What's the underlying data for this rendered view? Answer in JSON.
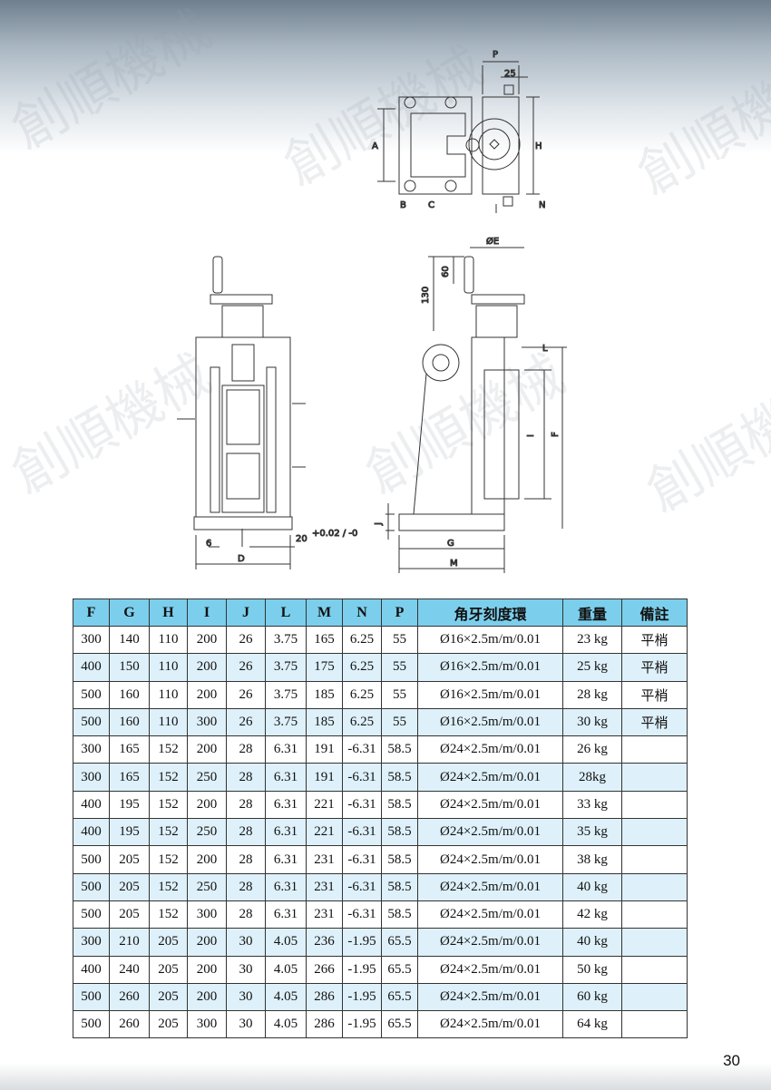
{
  "watermark": "創順機械",
  "page_number": "30",
  "drawing_labels": {
    "P": "P",
    "d25": "25",
    "A": "A",
    "H": "H",
    "B": "B",
    "C": "C",
    "N": "N",
    "E": "ØE",
    "d60": "60",
    "d130": "130",
    "L": "L",
    "I": "I",
    "F": "F",
    "J": "J",
    "G": "G",
    "M": "M",
    "d6": "6",
    "d20": "20",
    "tol": "+0.02 / -0",
    "D": "D"
  },
  "table": {
    "headers": [
      "F",
      "G",
      "H",
      "I",
      "J",
      "L",
      "M",
      "N",
      "P",
      "角牙刻度環",
      "重量",
      "備註"
    ],
    "rows": [
      [
        "300",
        "140",
        "110",
        "200",
        "26",
        "3.75",
        "165",
        "6.25",
        "55",
        "Ø16×2.5m/m/0.01",
        "23 kg",
        "平梢"
      ],
      [
        "400",
        "150",
        "110",
        "200",
        "26",
        "3.75",
        "175",
        "6.25",
        "55",
        "Ø16×2.5m/m/0.01",
        "25 kg",
        "平梢"
      ],
      [
        "500",
        "160",
        "110",
        "200",
        "26",
        "3.75",
        "185",
        "6.25",
        "55",
        "Ø16×2.5m/m/0.01",
        "28 kg",
        "平梢"
      ],
      [
        "500",
        "160",
        "110",
        "300",
        "26",
        "3.75",
        "185",
        "6.25",
        "55",
        "Ø16×2.5m/m/0.01",
        "30 kg",
        "平梢"
      ],
      [
        "300",
        "165",
        "152",
        "200",
        "28",
        "6.31",
        "191",
        "-6.31",
        "58.5",
        "Ø24×2.5m/m/0.01",
        "26 kg",
        ""
      ],
      [
        "300",
        "165",
        "152",
        "250",
        "28",
        "6.31",
        "191",
        "-6.31",
        "58.5",
        "Ø24×2.5m/m/0.01",
        "28kg",
        ""
      ],
      [
        "400",
        "195",
        "152",
        "200",
        "28",
        "6.31",
        "221",
        "-6.31",
        "58.5",
        "Ø24×2.5m/m/0.01",
        "33 kg",
        ""
      ],
      [
        "400",
        "195",
        "152",
        "250",
        "28",
        "6.31",
        "221",
        "-6.31",
        "58.5",
        "Ø24×2.5m/m/0.01",
        "35 kg",
        ""
      ],
      [
        "500",
        "205",
        "152",
        "200",
        "28",
        "6.31",
        "231",
        "-6.31",
        "58.5",
        "Ø24×2.5m/m/0.01",
        "38 kg",
        ""
      ],
      [
        "500",
        "205",
        "152",
        "250",
        "28",
        "6.31",
        "231",
        "-6.31",
        "58.5",
        "Ø24×2.5m/m/0.01",
        "40 kg",
        ""
      ],
      [
        "500",
        "205",
        "152",
        "300",
        "28",
        "6.31",
        "231",
        "-6.31",
        "58.5",
        "Ø24×2.5m/m/0.01",
        "42 kg",
        ""
      ],
      [
        "300",
        "210",
        "205",
        "200",
        "30",
        "4.05",
        "236",
        "-1.95",
        "65.5",
        "Ø24×2.5m/m/0.01",
        "40 kg",
        ""
      ],
      [
        "400",
        "240",
        "205",
        "200",
        "30",
        "4.05",
        "266",
        "-1.95",
        "65.5",
        "Ø24×2.5m/m/0.01",
        "50 kg",
        ""
      ],
      [
        "500",
        "260",
        "205",
        "200",
        "30",
        "4.05",
        "286",
        "-1.95",
        "65.5",
        "Ø24×2.5m/m/0.01",
        "60 kg",
        ""
      ],
      [
        "500",
        "260",
        "205",
        "300",
        "30",
        "4.05",
        "286",
        "-1.95",
        "65.5",
        "Ø24×2.5m/m/0.01",
        "64 kg",
        ""
      ]
    ]
  }
}
